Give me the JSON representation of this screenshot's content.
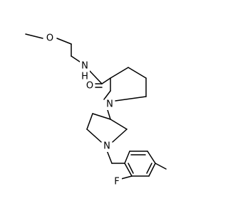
{
  "molecule": {
    "atoms": {
      "oxygen_ether": "O",
      "nitrogen_amide": "N",
      "hydrogen_amide": "H",
      "oxygen_carbonyl": "O",
      "nitrogen_piperidine_a": "N",
      "nitrogen_piperidine_b": "N",
      "fluorine": "F"
    }
  }
}
